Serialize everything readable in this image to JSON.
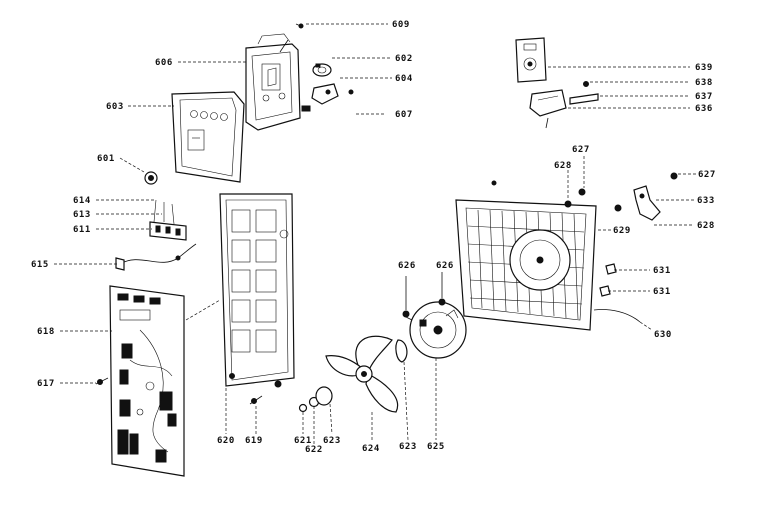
{
  "diagram": {
    "part_labels": {
      "p609": "609",
      "p602": "602",
      "p606": "606",
      "p604": "604",
      "p603": "603",
      "p607": "607",
      "p601": "601",
      "p614": "614",
      "p613": "613",
      "p611": "611",
      "p615": "615",
      "p618": "618",
      "p617": "617",
      "p620": "620",
      "p619": "619",
      "p639": "639",
      "p638": "638",
      "p637": "637",
      "p636": "636",
      "p627a": "627",
      "p628a": "628",
      "p627b": "627",
      "p633": "633",
      "p629": "629",
      "p628b": "628",
      "p626a": "626",
      "p626b": "626",
      "p631a": "631",
      "p631b": "631",
      "p630": "630",
      "p621": "621",
      "p622": "622",
      "p623a": "623",
      "p624": "624",
      "p623b": "623",
      "p625": "625"
    }
  }
}
